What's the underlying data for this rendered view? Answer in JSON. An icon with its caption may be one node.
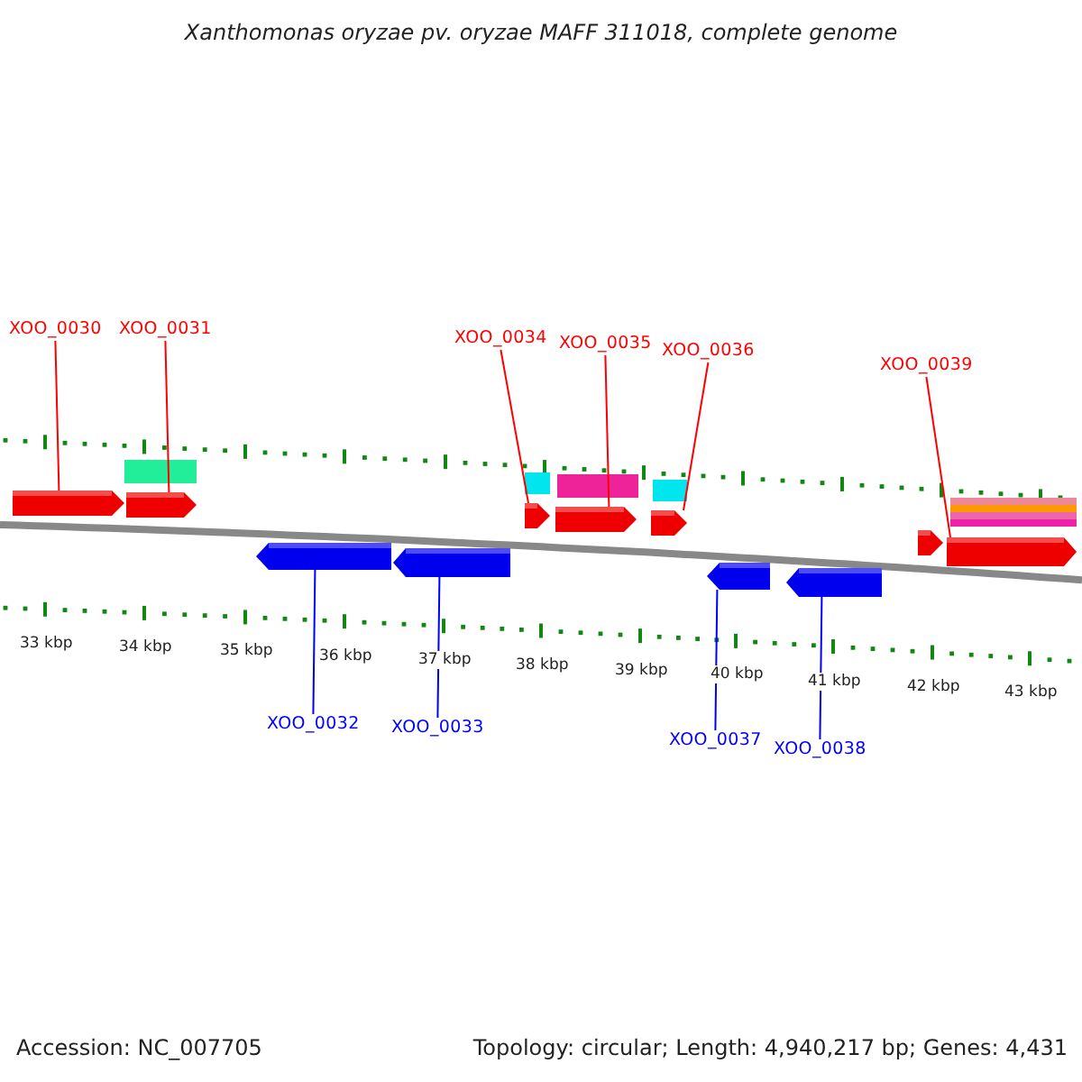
{
  "diagram": {
    "title": "Xanthomonas oryzae pv. oryzae MAFF 311018, complete genome",
    "nodes": [
      {
        "text": [
          "XOO_0030"
        ]
      },
      {
        "text": [
          "XOO_0031"
        ]
      },
      {
        "text": [
          "XOO_0034"
        ]
      },
      {
        "text": [
          "XOO_0035"
        ]
      },
      {
        "text": [
          "XOO_0036"
        ]
      },
      {
        "text": [
          "XOO_0039"
        ]
      },
      {
        "text": [
          "XOO_0032"
        ]
      },
      {
        "text": [
          "XOO_0033"
        ]
      },
      {
        "text": [
          "XOO_0037"
        ]
      },
      {
        "text": [
          "XOO_0038"
        ]
      },
      {
        "text": [],
        "shape": "arrow"
      },
      {
        "text": [],
        "shape": "arrow"
      },
      {
        "text": [],
        "shape": "arrow"
      },
      {
        "text": [],
        "shape": "arrow"
      },
      {
        "text": [],
        "shape": "arrow"
      },
      {
        "text": [],
        "shape": "arrow"
      },
      {
        "text": [],
        "shape": "arrow"
      },
      {
        "text": [],
        "shape": "arrow"
      },
      {
        "text": [],
        "shape": "arrow"
      },
      {
        "text": [],
        "shape": "arrow"
      },
      {
        "text": [],
        "shape": "arrow"
      }
    ],
    "edges": [
      {
        "from": 0,
        "to": 10,
        "arrow": "none"
      },
      {
        "from": 1,
        "to": 11,
        "arrow": "none"
      },
      {
        "from": 2,
        "to": 14,
        "arrow": "none"
      },
      {
        "from": 3,
        "to": 15,
        "arrow": "none"
      },
      {
        "from": 4,
        "to": 16,
        "arrow": "none"
      },
      {
        "from": 5,
        "to": 20,
        "arrow": "none"
      },
      {
        "from": 6,
        "to": 12,
        "arrow": "none",
        "color": "#0000ff"
      },
      {
        "from": 7,
        "to": 13,
        "arrow": "none",
        "color": "#0000ff"
      },
      {
        "from": 8,
        "to": 17,
        "arrow": "none",
        "color": "#0000ff"
      },
      {
        "from": 9,
        "to": 18,
        "arrow": "none",
        "color": "#0000ff"
      }
    ],
    "labels": [
      "33 kbp",
      "34 kbp",
      "35 kbp",
      "36 kbp",
      "37 kbp",
      "38 kbp",
      "39 kbp",
      "40 kbp",
      "41 kbp",
      "42 kbp",
      "43 kbp",
      "Accession: NC_007705",
      "Topology: circular; Length: 4,940,217 bp; Genes: 4,431"
    ]
  }
}
